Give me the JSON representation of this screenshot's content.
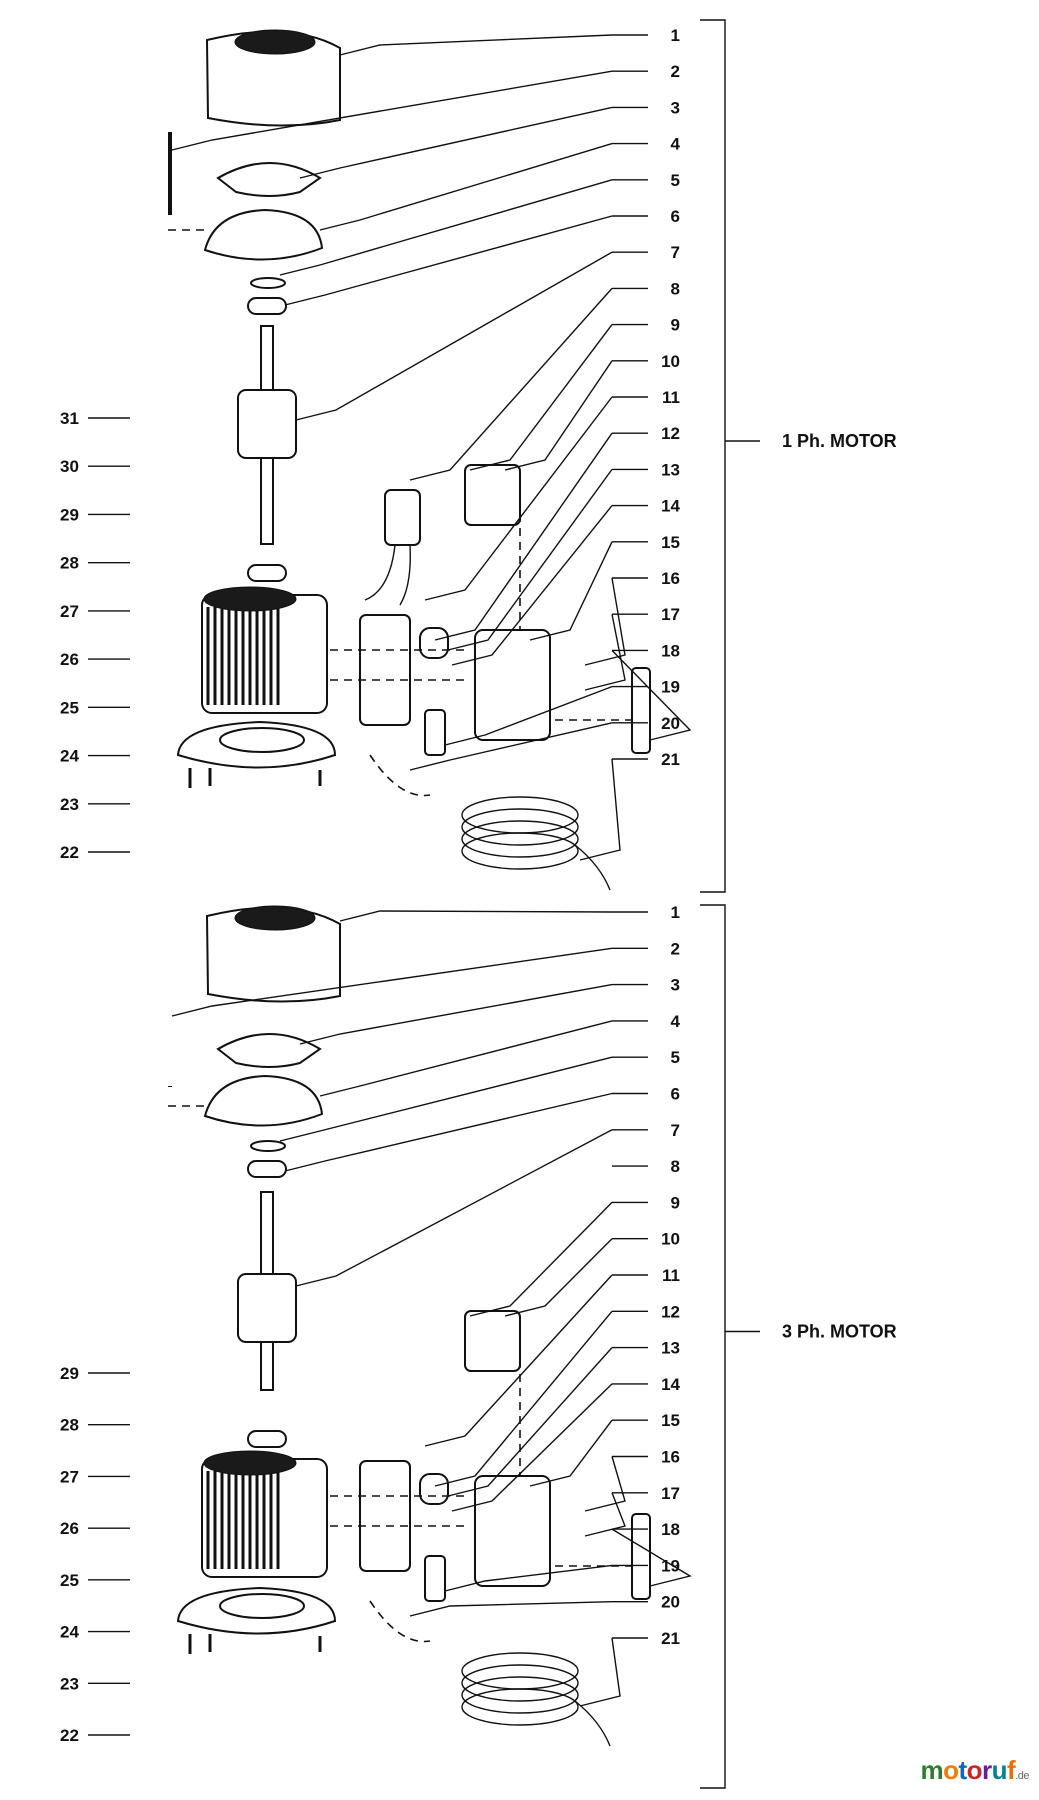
{
  "sections": [
    {
      "title": "1 Ph. MOTOR",
      "labels": [
        "1",
        "2",
        "3",
        "4",
        "5",
        "6",
        "7",
        "8",
        "9",
        "10",
        "11",
        "12",
        "13",
        "14",
        "15",
        "16",
        "17",
        "18",
        "19",
        "20",
        "21",
        "22",
        "23",
        "24",
        "25",
        "26",
        "27",
        "28",
        "29",
        "30",
        "31"
      ]
    },
    {
      "title": "3 Ph. MOTOR",
      "labels": [
        "1",
        "2",
        "3",
        "4",
        "5",
        "6",
        "7",
        "8",
        "9",
        "10",
        "11",
        "12",
        "13",
        "14",
        "15",
        "16",
        "17",
        "18",
        "19",
        "20",
        "21",
        "22",
        "23",
        "24",
        "25",
        "26",
        "27",
        "28",
        "29"
      ]
    }
  ],
  "watermark": {
    "letters": [
      {
        "ch": "m",
        "color": "#2e7d32"
      },
      {
        "ch": "o",
        "color": "#f57c00"
      },
      {
        "ch": "t",
        "color": "#1565c0"
      },
      {
        "ch": "o",
        "color": "#c62828"
      },
      {
        "ch": "r",
        "color": "#6a1b9a"
      },
      {
        "ch": "u",
        "color": "#00838f"
      },
      {
        "ch": "f",
        "color": "#ef6c00"
      }
    ],
    "suffix": ".de"
  }
}
